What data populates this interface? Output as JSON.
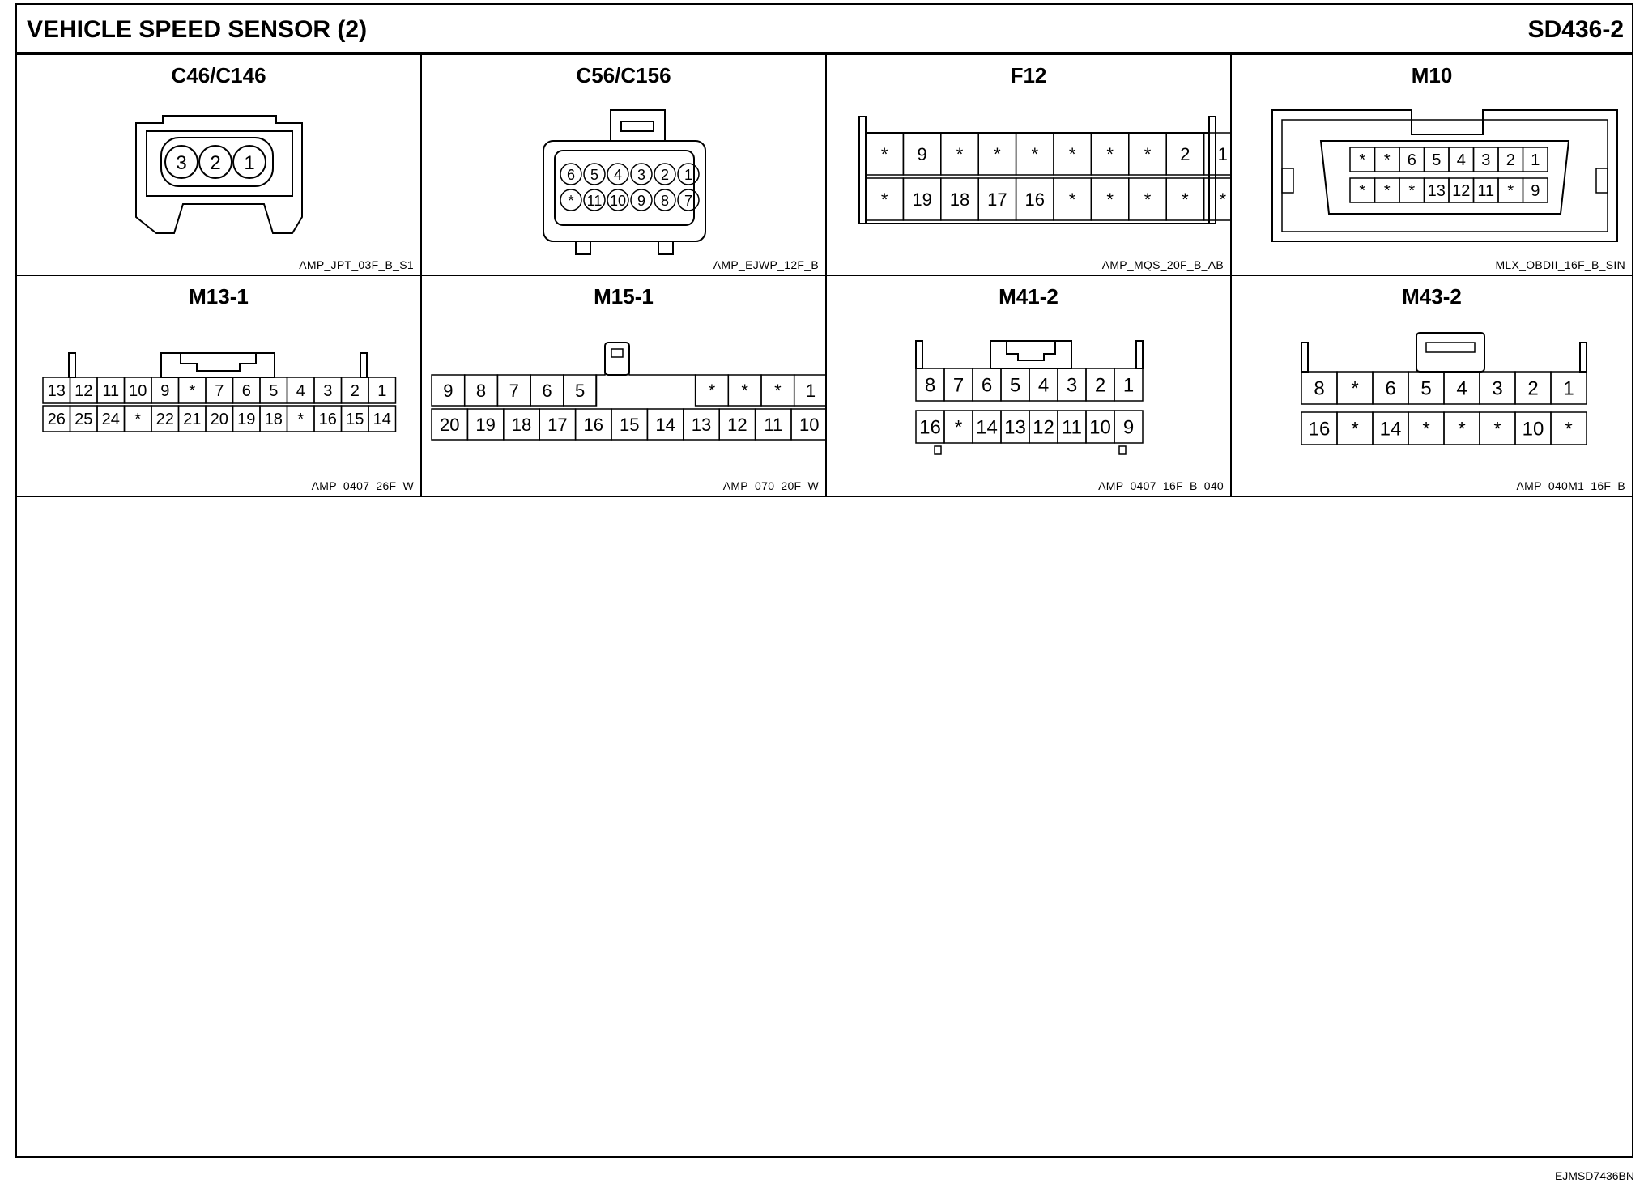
{
  "header": {
    "title": "VEHICLE SPEED SENSOR (2)",
    "code": "SD436-2"
  },
  "footer": {
    "id": "EJMSD7436BN"
  },
  "connectors": [
    {
      "name": "C46/C146",
      "part": "AMP_JPT_03F_B_S1",
      "rows": [
        [
          "3",
          "2",
          "1"
        ]
      ]
    },
    {
      "name": "C56/C156",
      "part": "AMP_EJWP_12F_B",
      "rows": [
        [
          "6",
          "5",
          "4",
          "3",
          "2",
          "1"
        ],
        [
          "*",
          "11",
          "10",
          "9",
          "8",
          "7"
        ]
      ]
    },
    {
      "name": "F12",
      "part": "AMP_MQS_20F_B_AB",
      "rows": [
        [
          "*",
          "9",
          "*",
          "*",
          "*",
          "*",
          "*",
          "*",
          "2",
          "1"
        ],
        [
          "*",
          "19",
          "18",
          "17",
          "16",
          "*",
          "*",
          "*",
          "*",
          "*"
        ]
      ]
    },
    {
      "name": "M10",
      "part": "MLX_OBDII_16F_B_SIN",
      "rows": [
        [
          "*",
          "*",
          "6",
          "5",
          "4",
          "3",
          "2",
          "1"
        ],
        [
          "*",
          "*",
          "*",
          "13",
          "12",
          "11",
          "*",
          "9"
        ]
      ]
    },
    {
      "name": "M13-1",
      "part": "AMP_0407_26F_W",
      "rows": [
        [
          "13",
          "12",
          "11",
          "10",
          "9",
          "*",
          "7",
          "6",
          "5",
          "4",
          "3",
          "2",
          "1"
        ],
        [
          "26",
          "25",
          "24",
          "*",
          "22",
          "21",
          "20",
          "19",
          "18",
          "*",
          "16",
          "15",
          "14"
        ]
      ]
    },
    {
      "name": "M15-1",
      "part": "AMP_070_20F_W",
      "rows": [
        [
          "9",
          "8",
          "7",
          "6",
          "5",
          "",
          "",
          "",
          "*",
          "*",
          "*",
          "1"
        ],
        [
          "20",
          "19",
          "18",
          "17",
          "16",
          "15",
          "14",
          "13",
          "12",
          "11",
          "10"
        ]
      ]
    },
    {
      "name": "M41-2",
      "part": "AMP_0407_16F_B_040",
      "rows": [
        [
          "8",
          "7",
          "6",
          "5",
          "4",
          "3",
          "2",
          "1"
        ],
        [
          "16",
          "*",
          "14",
          "13",
          "12",
          "11",
          "10",
          "9"
        ]
      ]
    },
    {
      "name": "M43-2",
      "part": "AMP_040M1_16F_B",
      "rows": [
        [
          "8",
          "*",
          "6",
          "5",
          "4",
          "3",
          "2",
          "1"
        ],
        [
          "16",
          "*",
          "14",
          "*",
          "*",
          "*",
          "10",
          "*"
        ]
      ]
    }
  ]
}
